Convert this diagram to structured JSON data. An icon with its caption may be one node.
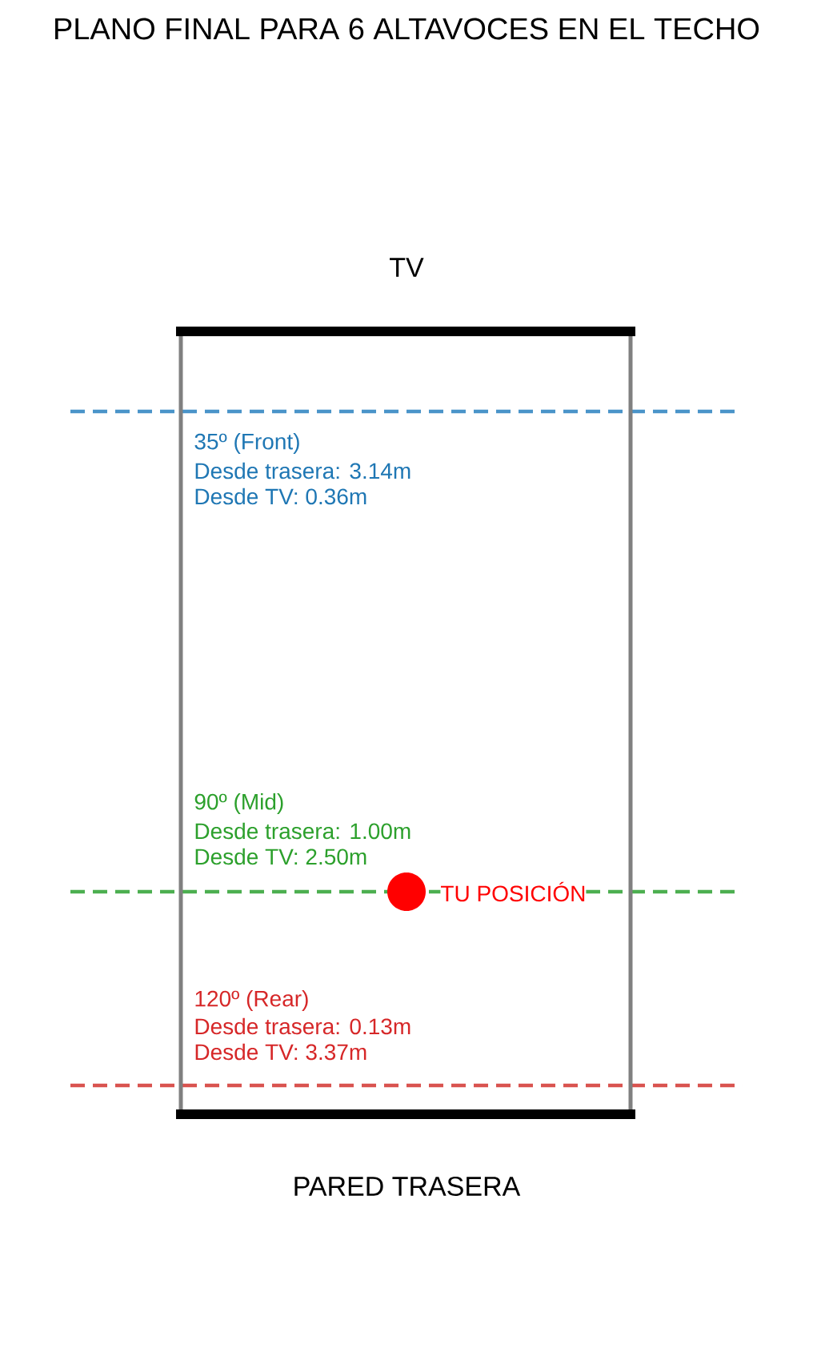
{
  "diagram": {
    "title": "PLANO FINAL PARA 6 ALTAVOCES EN EL TECHO",
    "labels": [
      "TV",
      "35º (Front)",
      "Desde trasera: 3.14m",
      "Desde TV: 0.36m",
      "90º (Mid)",
      "Desde trasera: 1.00m",
      "Desde TV: 2.50m",
      "TU POSICIÓN",
      "120º (Rear)",
      "Desde trasera: 0.13m",
      "Desde TV: 3.37m",
      "PARED TRASERA"
    ]
  }
}
